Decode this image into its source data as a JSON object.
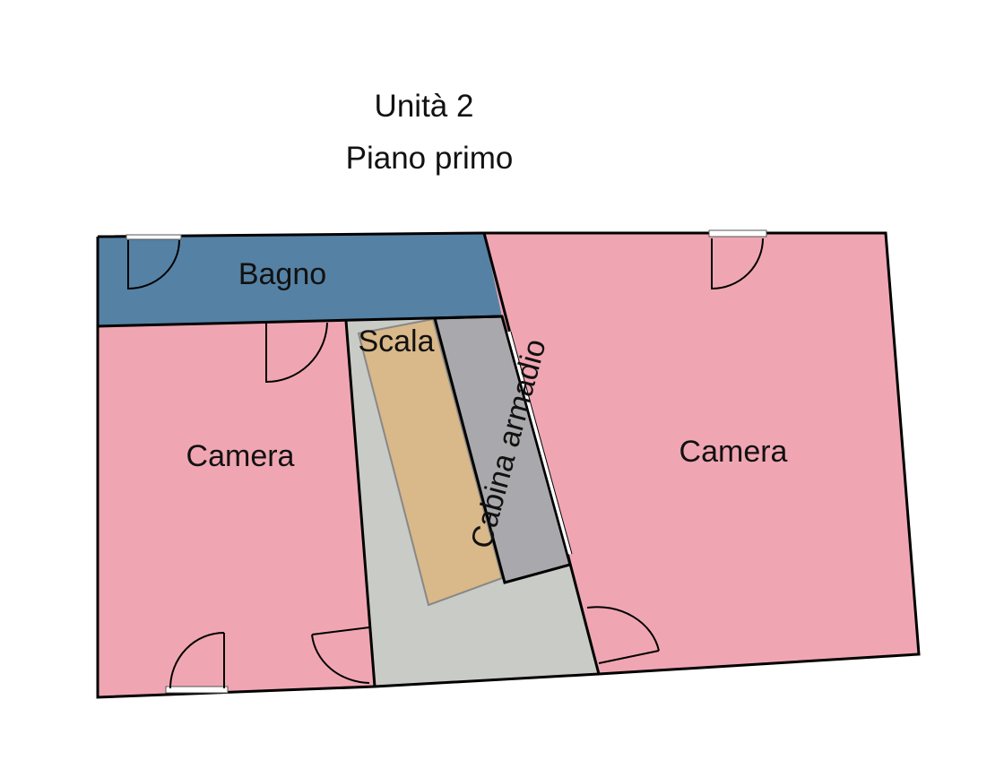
{
  "title": {
    "unit": "Unità 2",
    "floor": "Piano primo"
  },
  "rooms": [
    {
      "id": "bagno",
      "label": "Bagno",
      "color": "#5581a4"
    },
    {
      "id": "camera-left",
      "label": "Camera",
      "color": "#f0a6b2"
    },
    {
      "id": "scala",
      "label": "Scala",
      "color": "#c9cbc6"
    },
    {
      "id": "cabina",
      "label": "Cabina armadio",
      "color": "#a9a9ad"
    },
    {
      "id": "camera-right",
      "label": "Camera",
      "color": "#f0a6b2"
    }
  ],
  "stair_color": "#d9b889"
}
